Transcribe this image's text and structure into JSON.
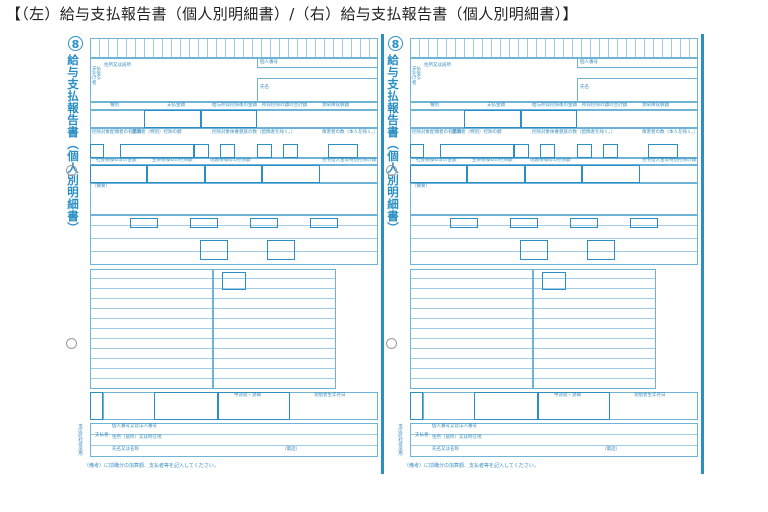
{
  "title": "【（左）給与支払報告書（個人別明細書）/（右）給与支払報告書（個人別明細書）】",
  "form": {
    "number": "8",
    "vertical_title": "給与支払報告書（個人別明細書）",
    "recipient": "支払を受ける者",
    "address": "住所又は居所",
    "name": "氏名",
    "personal_number": "個人番号",
    "kind": "種別",
    "payment": "支払金額",
    "after_deduction": "給与所得控除後の金額",
    "total_deductions": "所得控除の額の合計額",
    "withholding": "源泉徴収税額",
    "spouse": "控除対象配偶者の有無等",
    "spouse_special": "配偶者（特別）控除の額",
    "dependents": "控除対象扶養親族の数（配偶者を除く。）",
    "disabled": "障害者の数（本人を除く。）",
    "social_ins": "社会保険料等の金額",
    "life_ins": "生命保険料の控除額",
    "quake_ins": "地震保険料の控除額",
    "housing": "住宅借入金等特別控除の額",
    "remarks": "（摘要）",
    "yen": "円",
    "mid_join": "中途就・退職",
    "birth": "受給者生年月日",
    "payer": "支払者",
    "payer_number": "個人番号又は法人番号",
    "payer_address": "住所（居所）又は所在地",
    "payer_name": "氏名又は名称",
    "phone": "（電話）",
    "municipality": "市区町村提出用",
    "note": "（備考）に前職分の加算額、支払者等を記入してください。"
  },
  "colors": {
    "line": "#2a8fc4"
  }
}
